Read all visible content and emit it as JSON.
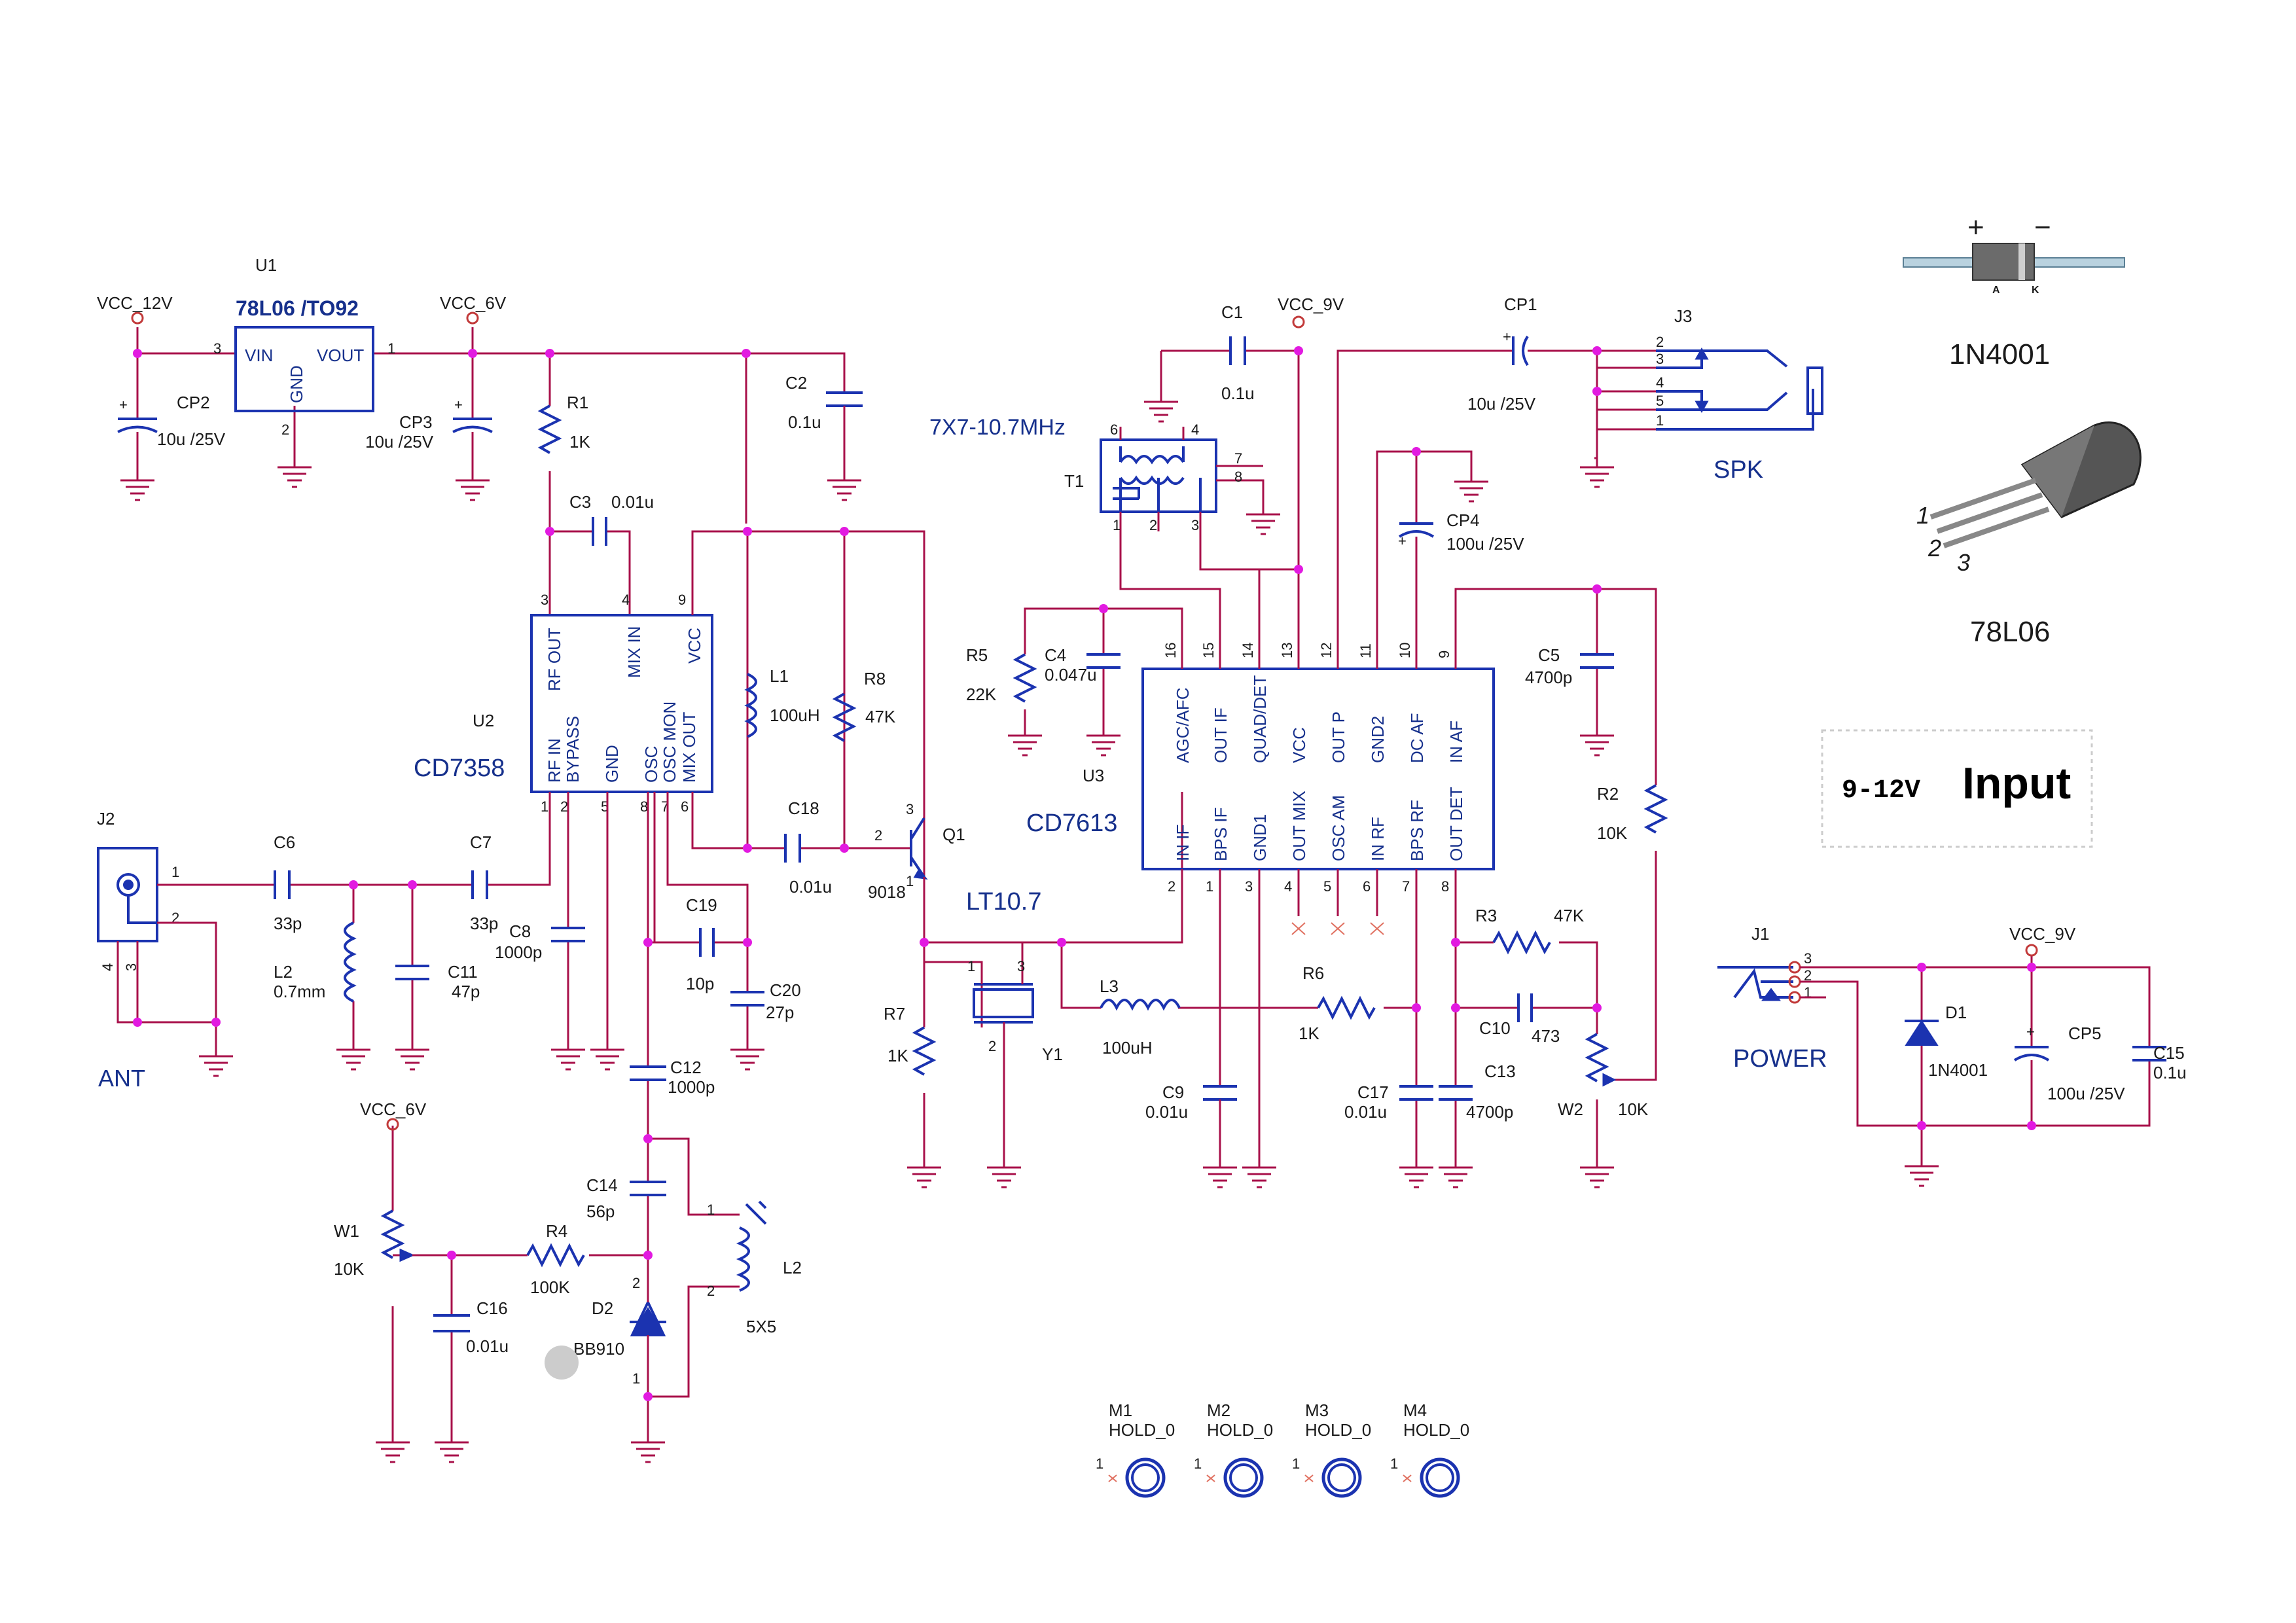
{
  "u1": {
    "ref": "U1",
    "part": "78L06 /TO92",
    "vin": "VIN",
    "vout": "VOUT",
    "gnd": "GND",
    "p3": "3",
    "p1": "1",
    "p2": "2"
  },
  "nets": {
    "vcc12": "VCC_12V",
    "vcc6": "VCC_6V",
    "vcc9": "VCC_9V",
    "vcc6b": "VCC_6V",
    "vcc9b": "VCC_9V"
  },
  "u2": {
    "ref": "U2",
    "part": "CD7358",
    "top": [
      "RF OUT",
      "MIX IN",
      "VCC"
    ],
    "bottom": [
      "RF IN",
      "BYPASS",
      "GND",
      "OSC",
      "OSC MON",
      "MIX OUT"
    ],
    "pins": [
      "3",
      "4",
      "9",
      "1",
      "2",
      "5",
      "8",
      "7",
      "6"
    ]
  },
  "u3": {
    "ref": "U3",
    "part": "CD7613",
    "top": [
      "AGC/AFC",
      "OUT IF",
      "QUAD/DET",
      "VCC",
      "OUT P",
      "GND2",
      "DC AF",
      "IN AF"
    ],
    "bottom": [
      "IN IF",
      "BPS IF",
      "GND1",
      "OUT MIX",
      "OSC AM",
      "IN RF",
      "BPS RF",
      "OUT DET"
    ],
    "top_pins": [
      "16",
      "15",
      "14",
      "13",
      "12",
      "11",
      "10",
      "9"
    ],
    "bottom_pins": [
      "2",
      "1",
      "3",
      "4",
      "5",
      "6",
      "7",
      "8"
    ]
  },
  "parts": {
    "cp2": {
      "ref": "CP2",
      "val": "10u /25V"
    },
    "cp3": {
      "ref": "CP3",
      "val": "10u /25V"
    },
    "r1": {
      "ref": "R1",
      "val": "1K"
    },
    "c2": {
      "ref": "C2",
      "val": "0.1u"
    },
    "c3": {
      "ref": "C3",
      "val": "0.01u"
    },
    "l1": {
      "ref": "L1",
      "val": "100uH"
    },
    "r8": {
      "ref": "R8",
      "val": "47K"
    },
    "c18": {
      "ref": "C18",
      "val": "0.01u"
    },
    "q1": {
      "ref": "Q1",
      "val": "9018",
      "p1": "1",
      "p2": "2",
      "p3": "3"
    },
    "j2": {
      "ref": "J2",
      "label": "ANT",
      "p1": "1",
      "p2": "2",
      "p3": "3",
      "p4": "4"
    },
    "c6": {
      "ref": "C6",
      "val": "33p"
    },
    "c7": {
      "ref": "C7",
      "val": "33p"
    },
    "l2a": {
      "ref": "L2",
      "val": "0.7mm"
    },
    "c11": {
      "ref": "C11",
      "val": "47p"
    },
    "c8": {
      "ref": "C8",
      "val": "1000p"
    },
    "c19": {
      "ref": "C19",
      "val": "10p"
    },
    "c20": {
      "ref": "C20",
      "val": "27p"
    },
    "c12": {
      "ref": "C12",
      "val": "1000p"
    },
    "c14": {
      "ref": "C14",
      "val": "56p"
    },
    "l2b": {
      "ref": "L2",
      "val": "5X5",
      "p1": "1",
      "p2": "2"
    },
    "d2": {
      "ref": "D2",
      "val": "BB910",
      "p1": "1",
      "p2": "2"
    },
    "r4": {
      "ref": "R4",
      "val": "100K"
    },
    "w1": {
      "ref": "W1",
      "val": "10K"
    },
    "c16": {
      "ref": "C16",
      "val": "0.01u"
    },
    "r7": {
      "ref": "R7",
      "val": "1K"
    },
    "y1": {
      "ref": "Y1",
      "label": "LT10.7",
      "p1": "1",
      "p2": "2",
      "p3": "3"
    },
    "l3": {
      "ref": "L3",
      "val": "100uH"
    },
    "c9": {
      "ref": "C9",
      "val": "0.01u"
    },
    "r6": {
      "ref": "R6",
      "val": "1K"
    },
    "c17": {
      "ref": "C17",
      "val": "0.01u"
    },
    "c13": {
      "ref": "C13",
      "val": "4700p"
    },
    "r3": {
      "ref": "R3",
      "val": "47K"
    },
    "c10": {
      "ref": "C10",
      "val": "473"
    },
    "w2": {
      "ref": "W2",
      "val": "10K"
    },
    "r2": {
      "ref": "R2",
      "val": "10K"
    },
    "c5": {
      "ref": "C5",
      "val": "4700p"
    },
    "r5": {
      "ref": "R5",
      "val": "22K"
    },
    "c4": {
      "ref": "C4",
      "val": "0.047u"
    },
    "c1": {
      "ref": "C1",
      "val": "0.1u"
    },
    "cp1": {
      "ref": "CP1",
      "val": "10u /25V"
    },
    "cp4": {
      "ref": "CP4",
      "val": "100u /25V"
    },
    "t1": {
      "ref": "T1",
      "label": "7X7-10.7MHz",
      "pins": [
        "6",
        "4",
        "7",
        "8",
        "1",
        "2",
        "3"
      ]
    },
    "j3": {
      "ref": "J3",
      "label": "SPK",
      "pins": [
        "2",
        "3",
        "4",
        "5",
        "1"
      ]
    },
    "j1": {
      "ref": "J1",
      "label": "POWER",
      "pins": [
        "3",
        "2",
        "1"
      ]
    },
    "d1": {
      "ref": "D1",
      "val": "1N4001"
    },
    "cp5": {
      "ref": "CP5",
      "val": "100u /25V"
    },
    "c15": {
      "ref": "C15",
      "val": "0.1u"
    }
  },
  "legend": {
    "diode": "1N4001",
    "plus": "+",
    "minus": "−",
    "a": "A",
    "k": "K",
    "reg": "78L06",
    "reg_pins": [
      "1",
      "2",
      "3"
    ],
    "input_small": "9-12V",
    "input_big": "Input"
  },
  "holes": [
    {
      "ref": "M1",
      "val": "HOLD_0",
      "pin": "1"
    },
    {
      "ref": "M2",
      "val": "HOLD_0",
      "pin": "1"
    },
    {
      "ref": "M3",
      "val": "HOLD_0",
      "pin": "1"
    },
    {
      "ref": "M4",
      "val": "HOLD_0",
      "pin": "1"
    }
  ]
}
